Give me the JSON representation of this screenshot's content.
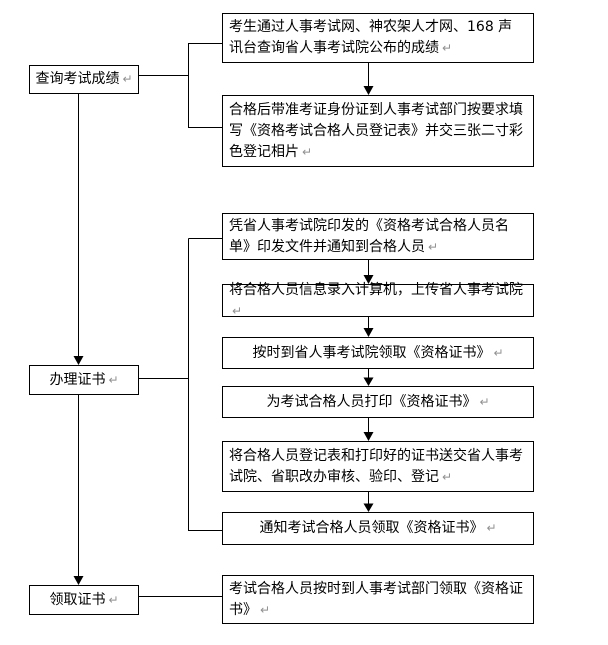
{
  "flowchart": {
    "background_color": "#ffffff",
    "line_color": "#000000",
    "text_color": "#000000",
    "return_mark": "↵",
    "return_mark_color": "#909090",
    "stages": [
      {
        "label": "查询考试成绩"
      },
      {
        "label": "办理证书"
      },
      {
        "label": "领取证书"
      }
    ],
    "steps": [
      {
        "text": "考生通过人事考试网、神农架人才网、168 声讯台查询省人事考试院公布的成绩"
      },
      {
        "text": "合格后带准考证身份证到人事考试部门按要求填写《资格考试合格人员登记表》并交三张二寸彩色登记相片"
      },
      {
        "text": "凭省人事考试院印发的《资格考试合格人员名单》印发文件并通知到合格人员"
      },
      {
        "text": "将合格人员信息录入计算机，上传省人事考试院"
      },
      {
        "text": "按时到省人事考试院领取《资格证书》"
      },
      {
        "text": "为考试合格人员打印《资格证书》"
      },
      {
        "text": "将合格人员登记表和打印好的证书送交省人事考试院、省职改办审核、验印、登记"
      },
      {
        "text": "通知考试合格人员领取《资格证书》"
      },
      {
        "text": "考试合格人员按时到人事考试部门领取《资格证书》"
      }
    ]
  }
}
